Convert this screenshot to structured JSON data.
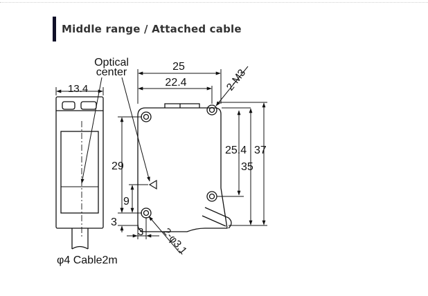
{
  "section": {
    "title": "Middle range / Attached cable"
  },
  "drawing": {
    "optical_center_label": [
      "Optical",
      "center"
    ],
    "dims": {
      "side_width": "13.4",
      "body_width": "25",
      "hole_pitch_width": "22.4",
      "mount_thread": "2-M3",
      "hole_pitch_height": "25.4",
      "overall_height": "37",
      "body_height": "35",
      "optical_height": "29",
      "lower_offset": "9",
      "hole_edge_vertical": "3",
      "hole_edge_horizontal": "3",
      "hole_dia": "2-φ3.1"
    },
    "cable_label": "φ4 Cable2m"
  }
}
